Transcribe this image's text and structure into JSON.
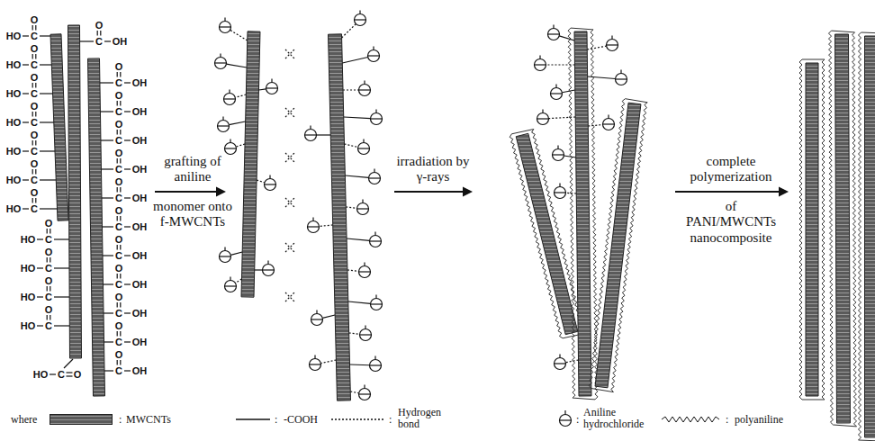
{
  "diagram": {
    "labels": [
      "where",
      "grafting of aniline",
      "monomer onto f-MWCNTs",
      "irradiation by γ-rays",
      "complete polymerization",
      "of PANI/MWCNTs nanocomposite",
      ":",
      ":",
      ":",
      ":",
      ":",
      "O",
      "C",
      "HO",
      "O",
      "C",
      "HO",
      "O",
      "C",
      "HO",
      "O",
      "C",
      "HO",
      "O",
      "C",
      "HO",
      "O",
      "C",
      "HO",
      "O",
      "C",
      "HO",
      "O",
      "C",
      "HO",
      "O",
      "C",
      "HO",
      "O",
      "C",
      "HO",
      "O",
      "C",
      "HO",
      "O",
      "C",
      "OH",
      "O",
      "C",
      "OH",
      "O",
      "C",
      "OH",
      "O",
      "C",
      "OH",
      "O",
      "C",
      "OH",
      "O",
      "C",
      "OH",
      "O",
      "C",
      "OH",
      "O",
      "C",
      "OH",
      "O",
      "C",
      "OH",
      "O",
      "C",
      "OH",
      "O",
      "C",
      "OH",
      "O",
      "C",
      "OH",
      "O",
      "C",
      "HO"
    ],
    "legend": [
      {
        "text": "MWCNTs",
        "color": "#5a5a5a"
      },
      {
        "text": "-COOH"
      },
      {
        "text": "Hydrogen bond"
      },
      {
        "text": "Aniline hydrochloride"
      },
      {
        "text": "polyaniline"
      }
    ]
  }
}
